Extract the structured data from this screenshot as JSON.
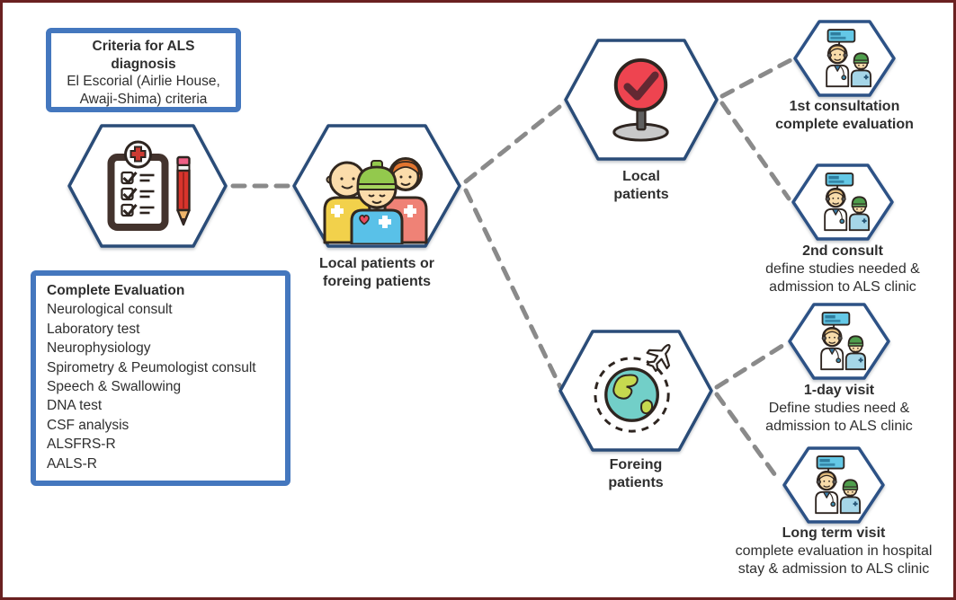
{
  "diagram": {
    "criteria_box": {
      "title": "Criteria for ALS diagnosis",
      "body": "El Escorial (Airlie House, Awaji-Shima) criteria"
    },
    "evaluation_box": {
      "title": "Complete Evaluation",
      "items": [
        "Neurological consult",
        "Laboratory test",
        "Neurophysiology",
        "Spirometry & Peumologist consult",
        "Speech & Swallowing",
        "DNA test",
        "CSF analysis",
        "ALSFRS-R",
        "AALS-R"
      ]
    },
    "nodes": {
      "patients": {
        "line1": "Local patients or",
        "line2": "foreing patients"
      },
      "local": {
        "line1": "Local",
        "line2": "patients"
      },
      "foreign": {
        "line1": "Foreing",
        "line2": "patients"
      },
      "consult1": {
        "title": "1st consultation",
        "line2": "complete evaluation"
      },
      "consult2": {
        "title": "2nd consult",
        "line2": "define studies needed &",
        "line3": "admission to ALS clinic"
      },
      "oneday": {
        "title": "1-day visit",
        "line2": "Define studies need &",
        "line3": "admission to ALS clinic"
      },
      "longterm": {
        "title": "Long term visit",
        "line2": "complete evaluation in hospital",
        "line3": "stay & admission to ALS clinic"
      }
    },
    "icons": {
      "diagnosis": "clipboard-checklist-icon",
      "patients": "patient-group-icon",
      "local": "checkmark-sign-icon",
      "foreign": "globe-airplane-icon",
      "visits": "doctor-patient-icon"
    },
    "colors": {
      "frame": "#6a2121",
      "box_border": "#4477be",
      "hex_border": "#2a4c78",
      "connector": "#8a8a8a",
      "sign_red": "#ee4450",
      "globe_teal": "#72cfc8",
      "continent_green": "#c6d94f",
      "beanie_green": "#93c94d",
      "shirt_blue": "#59c1e8",
      "shirt_yellow": "#f2d14b",
      "shirt_pink": "#ef8276"
    }
  }
}
